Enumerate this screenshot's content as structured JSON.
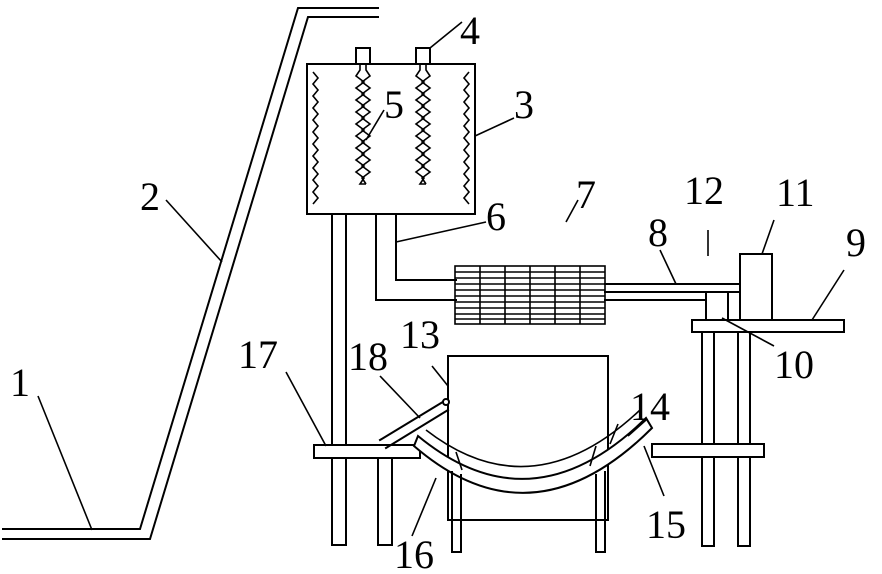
{
  "labels": {
    "1": "1",
    "2": "2",
    "3": "3",
    "4": "4",
    "5": "5",
    "6": "6",
    "7": "7",
    "8": "8",
    "9": "9",
    "10": "10",
    "11": "11",
    "12": "12",
    "13": "13",
    "14": "14",
    "15": "15",
    "16": "16",
    "17": "17",
    "18": "18"
  }
}
